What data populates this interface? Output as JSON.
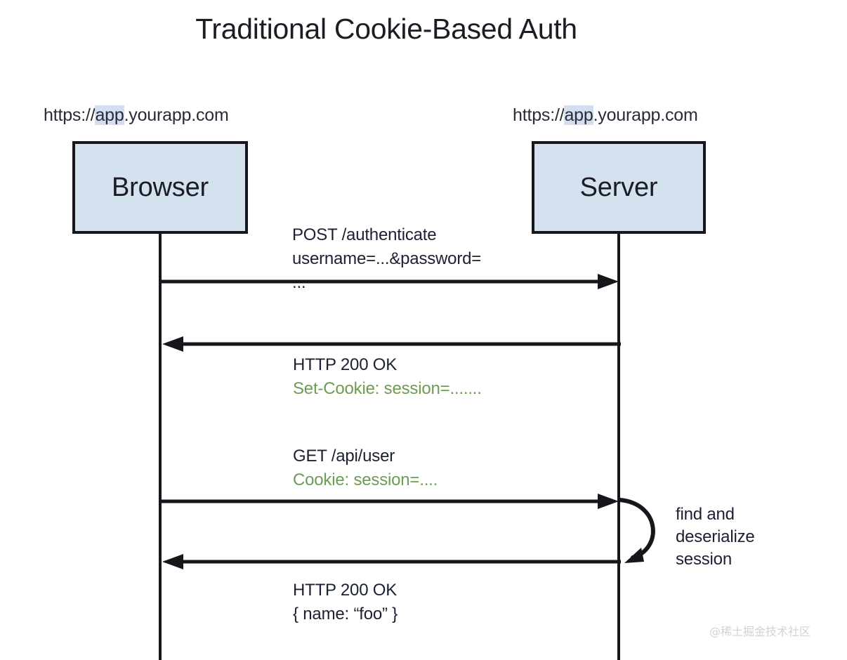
{
  "diagram": {
    "title": "Traditional Cookie-Based Auth",
    "type": "sequence-diagram",
    "background_color": "#ffffff",
    "colors": {
      "box_fill": "#d4e1ef",
      "box_border": "#16161c",
      "text": "#1c2033",
      "header_highlight": "#d3def0",
      "cookie_green": "#6d9c54",
      "watermark": "#d2d2d6"
    }
  },
  "participants": [
    {
      "id": "browser",
      "label": "Browser",
      "url_prefix": "https://",
      "url_highlight": "app",
      "url_suffix": ".yourapp.com"
    },
    {
      "id": "server",
      "label": "Server",
      "url_prefix": "https://",
      "url_highlight": "app",
      "url_suffix": ".yourapp.com"
    }
  ],
  "messages": [
    {
      "id": "post-authenticate",
      "direction": "right",
      "from": "browser",
      "to": "server",
      "lines": [
        {
          "text": "POST /authenticate",
          "color": "black"
        },
        {
          "text": "username=...&password=",
          "color": "black"
        }
      ],
      "tail_line": "..."
    },
    {
      "id": "response-set-cookie",
      "direction": "left",
      "from": "server",
      "to": "browser",
      "lines": [
        {
          "text": "HTTP 200 OK",
          "color": "black"
        },
        {
          "text": "Set-Cookie: session=.......",
          "color": "green"
        }
      ]
    },
    {
      "id": "get-api-user",
      "direction": "right",
      "from": "browser",
      "to": "server",
      "lines": [
        {
          "text": "GET /api/user",
          "color": "black"
        },
        {
          "text": "Cookie: session=....",
          "color": "green"
        }
      ]
    },
    {
      "id": "response-user-json",
      "direction": "left",
      "from": "server",
      "to": "browser",
      "lines": [
        {
          "text": "HTTP 200 OK",
          "color": "black"
        },
        {
          "text": "{ name: “foo” }",
          "color": "black"
        }
      ]
    }
  ],
  "self_message": {
    "id": "server-find-session",
    "on": "server",
    "lines": [
      "find and",
      "deserialize",
      "session"
    ]
  },
  "watermark": {
    "text": "@稀土掘金技术社区"
  }
}
